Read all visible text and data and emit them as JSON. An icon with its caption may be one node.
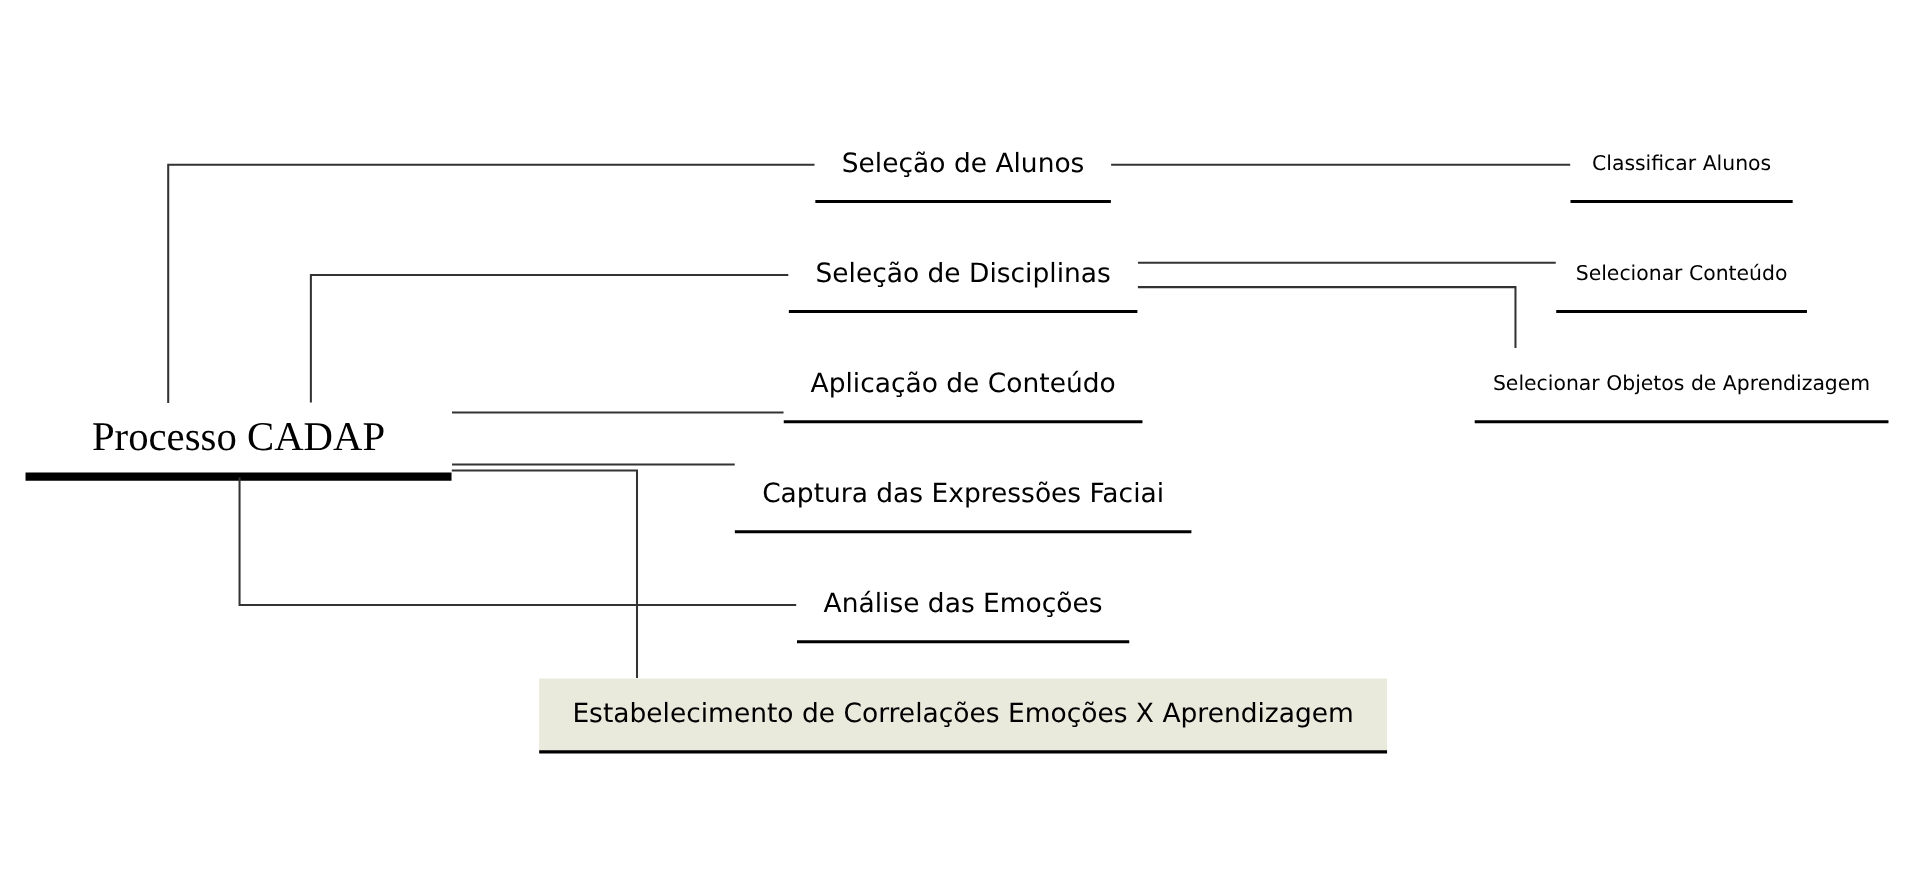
{
  "diagram": {
    "nodes": [
      {
        "text": [
          "Processo CADAP"
        ]
      },
      {
        "text": [
          "Seleção de Alunos"
        ]
      },
      {
        "text": [
          "Classificar Alunos"
        ]
      },
      {
        "text": [
          "Seleção de Disciplinas"
        ]
      },
      {
        "text": [
          "Selecionar Conteúdo"
        ]
      },
      {
        "text": [
          "Selecionar Objetos de Aprendizagem"
        ]
      },
      {
        "text": [
          "Aplicação de Conteúdo"
        ]
      },
      {
        "text": [
          "Captura das Expressões Faciai"
        ]
      },
      {
        "text": [
          "Análise das Emoções"
        ]
      },
      {
        "text": [
          "Estabelecimento de Correlações Emoções X Aprendizagem"
        ]
      }
    ],
    "edges": [
      {
        "from": 0,
        "to": 1,
        "arrow": "none"
      },
      {
        "from": 1,
        "to": 2,
        "arrow": "none"
      },
      {
        "from": 0,
        "to": 3,
        "arrow": "none"
      },
      {
        "from": 3,
        "to": 4,
        "arrow": "none"
      },
      {
        "from": 3,
        "to": 5,
        "arrow": "none"
      },
      {
        "from": 0,
        "to": 6,
        "arrow": "none"
      },
      {
        "from": 0,
        "to": 7,
        "arrow": "none"
      },
      {
        "from": 0,
        "to": 8,
        "arrow": "none"
      },
      {
        "from": 0,
        "to": 9,
        "arrow": "none"
      }
    ]
  }
}
